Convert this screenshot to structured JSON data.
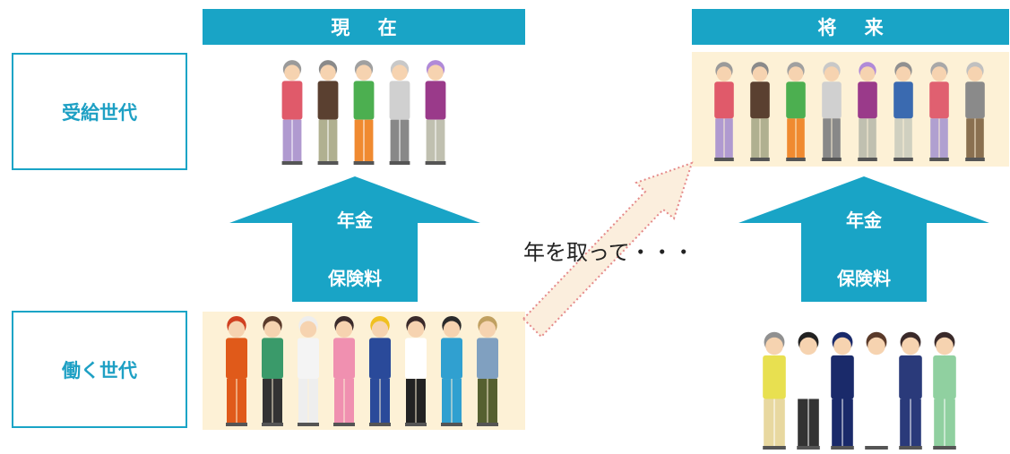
{
  "header": {
    "current_label": "現 在",
    "future_label": "将 来"
  },
  "generations": {
    "recipients_label": "受給世代",
    "workers_label": "働く世代"
  },
  "arrows": {
    "left": {
      "top_label": "年金",
      "bottom_label": "保険料"
    },
    "right": {
      "top_label": "年金",
      "bottom_label": "保険料"
    }
  },
  "transition": {
    "label": "年を取って・・・"
  },
  "colors": {
    "accent": "#19a4c6",
    "panel": "#fdf1d6"
  },
  "people_groups": {
    "current_elderly_count": 5,
    "future_elderly_count": 8,
    "current_workers_count": 8,
    "future_workers_count": 6
  }
}
